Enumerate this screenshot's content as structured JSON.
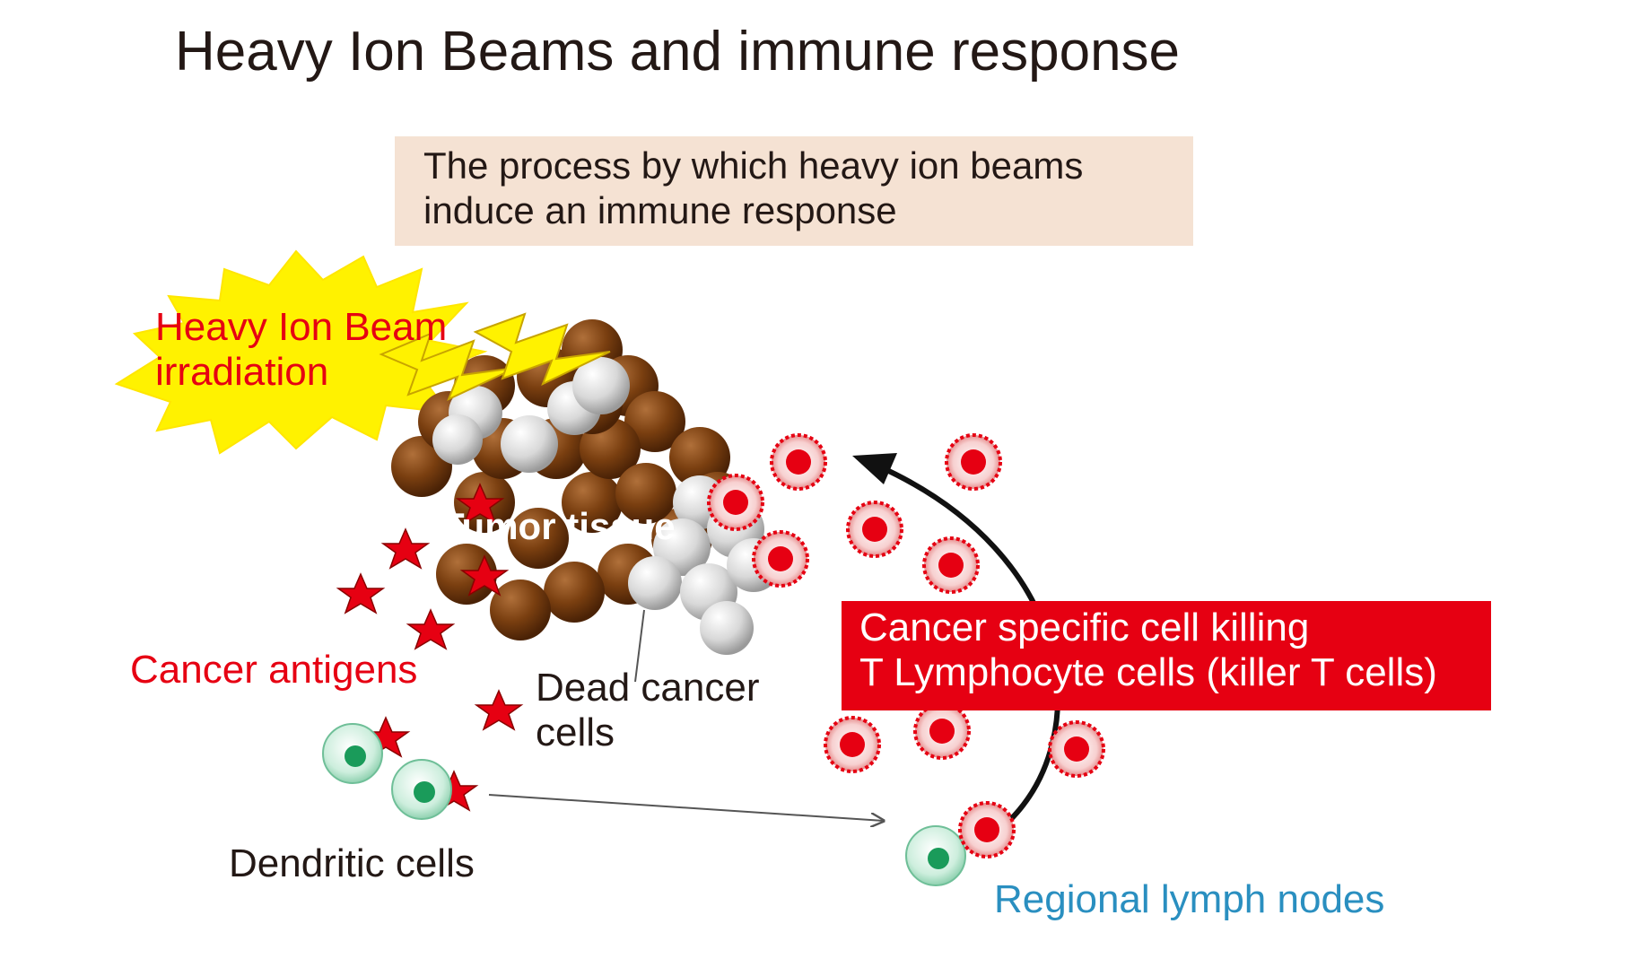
{
  "title": "Heavy Ion Beams and immune response",
  "subtitle": {
    "line1": "The process by which heavy ion beams",
    "line2": "induce an immune response"
  },
  "labels": {
    "beam_line1": "Heavy Ion Beam",
    "beam_line2": "irradiation",
    "tumor": "Tumor tissue",
    "antigens": "Cancer antigens",
    "dead_line1": "Dead cancer",
    "dead_line2": "cells",
    "dendritic": "Dendritic cells",
    "lymph": "Regional lymph nodes",
    "killer_line1": "Cancer specific cell killing",
    "killer_line2": "T Lymphocyte cells (killer T cells)"
  },
  "colors": {
    "accent_red": "#e60012",
    "lymph_blue": "#2a8fc0",
    "subtitle_bg": "#f5e2d3",
    "tumor_brown": "#7a3f10",
    "dead_gray": "#d6d6d6",
    "beam_yellow": "#fff200",
    "dendritic_green": "#1a9b5a"
  }
}
